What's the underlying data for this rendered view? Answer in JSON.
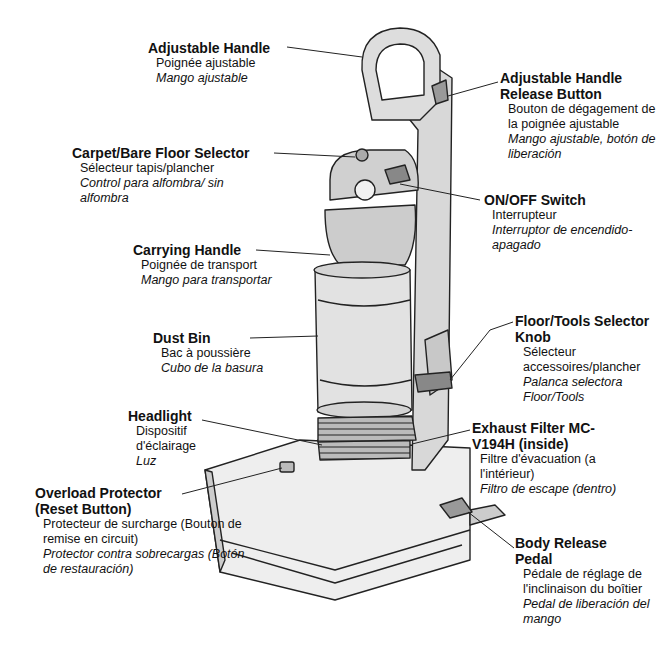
{
  "diagram": {
    "labels": [
      "Adjustable Handle",
      "Poignée ajustable",
      "Mango ajustable",
      "Adjustable Handle Release Button",
      "Bouton de dégagement de la poignée ajustable",
      "Mango ajustable, botón de liberación",
      "Carpet/Bare Floor Selector",
      "Sélecteur tapis/plancher",
      "Control para alfombra/ sin alfombra",
      "ON/OFF Switch",
      "Interrupteur",
      "Interruptor de encendido-apagado",
      "Carrying Handle",
      "Poignée de transport",
      "Mango para transportar",
      "Dust Bin",
      "Bac à poussière",
      "Cubo de la basura",
      "Floor/Tools Selector Knob",
      "Sélecteur accessoires/plancher",
      "Palanca selectora Floor/Tools",
      "Headlight",
      "Dispositif d'éclairage",
      "Luz",
      "Exhaust Filter MC-V194H (inside)",
      "Filtre d'évacuation (a l'intérieur)",
      "Filtro de escape (dentro)",
      "Overload Protector (Reset Button)",
      "Protecteur de surcharge (Bouton de remise en circuit)",
      "Protector contra sobrecargas (Botón de restauración)",
      "Body Release Pedal",
      "Pédale de réglage de l'inclinaison du boîtier",
      "Pedal de liberación del mango"
    ]
  }
}
